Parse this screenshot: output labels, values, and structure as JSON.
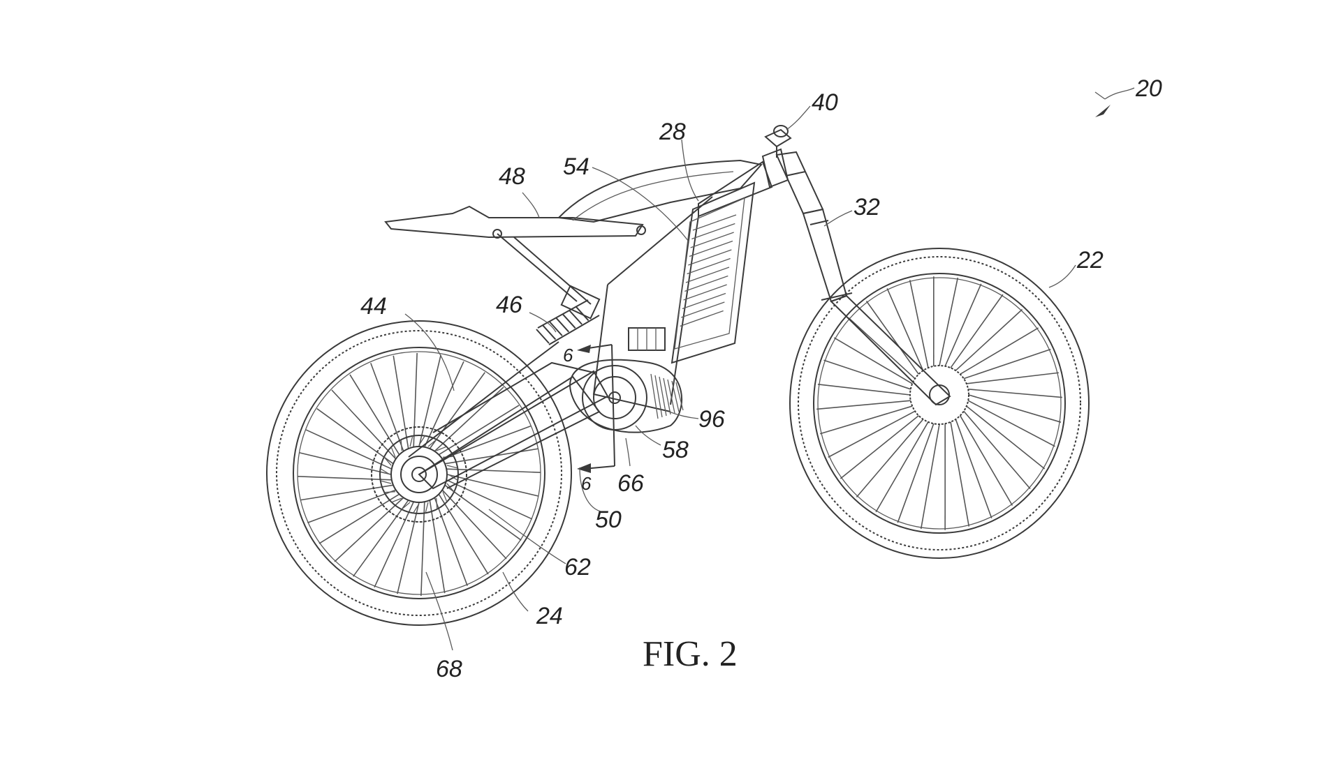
{
  "figure": {
    "caption": "FIG. 2",
    "overall_ref": "20"
  },
  "labels": {
    "front_wheel": "22",
    "rear_wheel": "24",
    "frame": "28",
    "fork": "32",
    "handlebar": "40",
    "swingarm": "44",
    "shock": "46",
    "seat": "48",
    "drive_assembly": "50",
    "battery": "54",
    "motor_housing": "58",
    "rear_hub": "62",
    "section_marker": "66",
    "rear_sprocket": "68",
    "motor_axis": "96",
    "section_line_top": "6",
    "section_line_bottom": "6"
  },
  "colors": {
    "line": "#3a3a3a",
    "background": "#ffffff"
  }
}
